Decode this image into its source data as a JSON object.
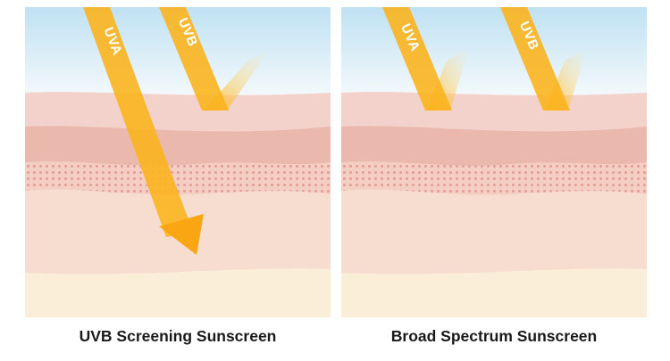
{
  "panels": [
    {
      "id": "left",
      "caption": "UVB Screening Sunscreen",
      "rays": [
        {
          "label": "UVA",
          "penetration": "deep"
        },
        {
          "label": "UVB",
          "penetration": "blocked"
        }
      ]
    },
    {
      "id": "right",
      "caption": "Broad Spectrum Sunscreen",
      "rays": [
        {
          "label": "UVA",
          "penetration": "blocked"
        },
        {
          "label": "UVB",
          "penetration": "blocked"
        }
      ]
    }
  ],
  "colors": {
    "sky_top": "#bfe1f3",
    "sky_bottom": "#f6fafc",
    "sunscreen_layer": "#f3d2cb",
    "epidermis": "#eab8ac",
    "dermis_dots": "#e39d96",
    "dermis": "#f7ddd0",
    "subcutaneous": "#fbeed9",
    "ray_fill": "#fbb41f",
    "ray_fade": "#fde9a8"
  }
}
